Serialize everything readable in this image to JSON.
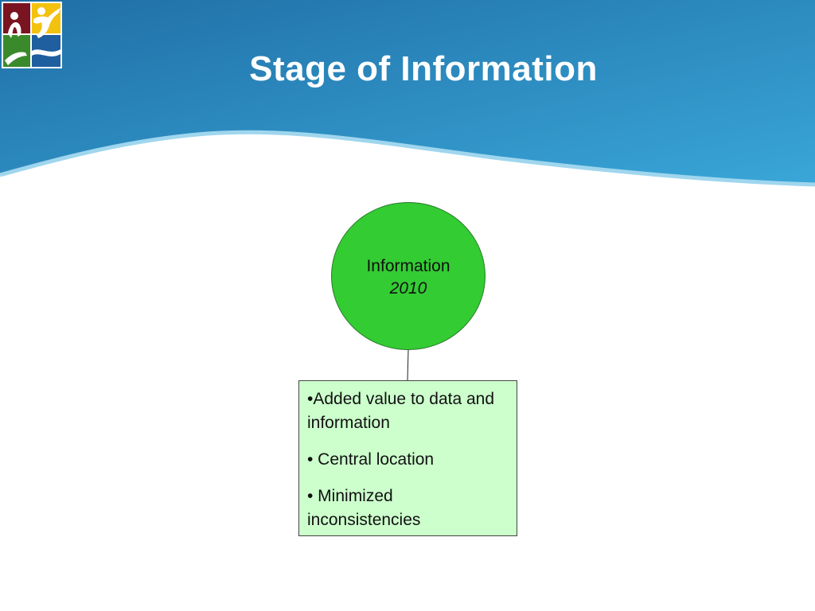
{
  "slide": {
    "title": "Stage of Information"
  },
  "colors": {
    "header_dark": "#1f6fa6",
    "header_light": "#3aa6d8",
    "node_fill": "#33cc33",
    "box_fill": "#ccffcc"
  },
  "logo": {
    "icon": "people-logo-icon"
  },
  "diagram": {
    "node": {
      "label": "Information",
      "year": "2010"
    },
    "box": {
      "bullets": [
        "•Added value to data and information",
        "• Central location",
        "• Minimized inconsistencies"
      ]
    }
  }
}
